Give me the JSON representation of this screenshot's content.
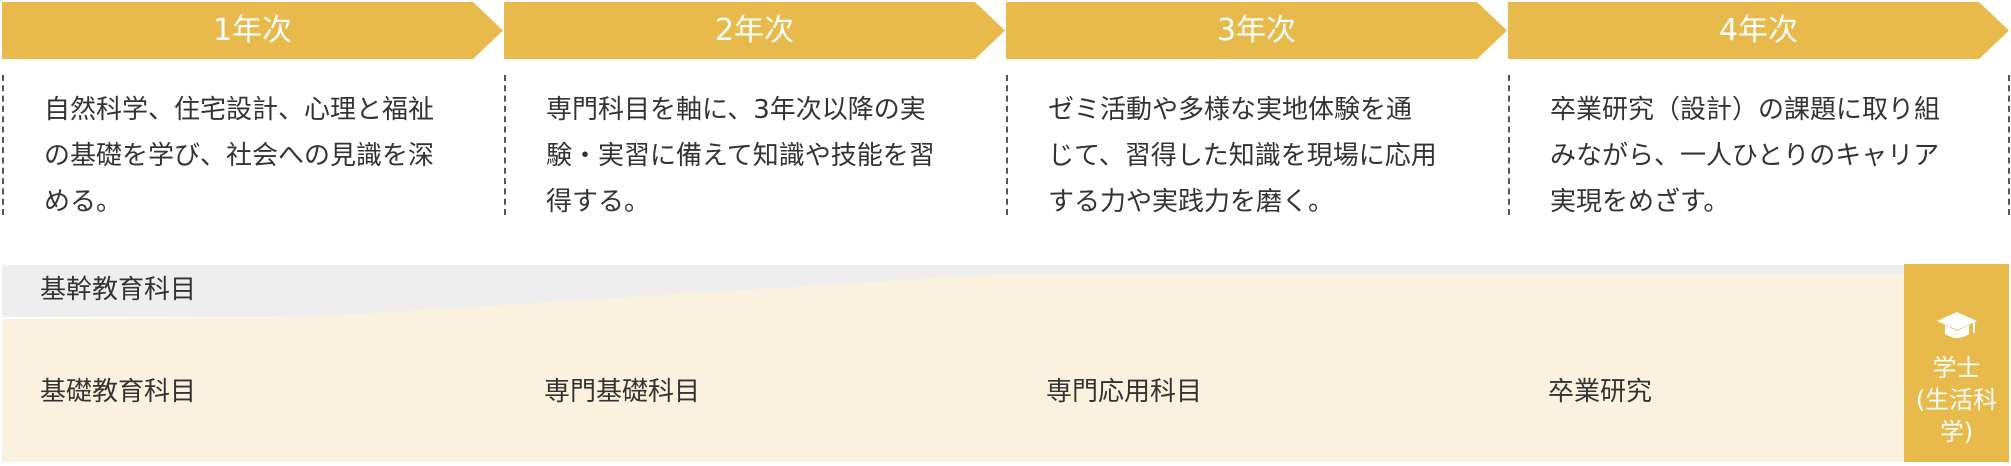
{
  "years": [
    {
      "label": "1年次",
      "lines": [
        "自然科学、住宅設計、心理と福祉",
        "の基礎を学び、社会への見識を深",
        "める。"
      ]
    },
    {
      "label": "2年次",
      "lines": [
        "専門科目を軸に、3年次以降の実",
        "験・実習に備えて知識や技能を習",
        "得する。"
      ]
    },
    {
      "label": "3年次",
      "lines": [
        "ゼミ活動や多様な実地体験を通",
        "じて、習得した知識を現場に応用",
        "する力や実践力を磨く。"
      ]
    },
    {
      "label": "4年次",
      "lines": [
        "卒業研究（設計）の課題に取り組",
        "みながら、一人ひとりのキャリア",
        "実現をめざす。"
      ]
    }
  ],
  "curriculum": {
    "basic_band_label": "基幹教育科目",
    "stages": [
      "基礎教育科目",
      "専門基礎科目",
      "専門応用科目",
      "卒業研究"
    ]
  },
  "degree": {
    "icon": "graduation-cap-icon",
    "line1": "学士",
    "line2": "(生活科学)"
  },
  "colors": {
    "accent": "#e8b94b",
    "basic_band": "#eeeeee",
    "specialized_band": "#fbf1df"
  }
}
